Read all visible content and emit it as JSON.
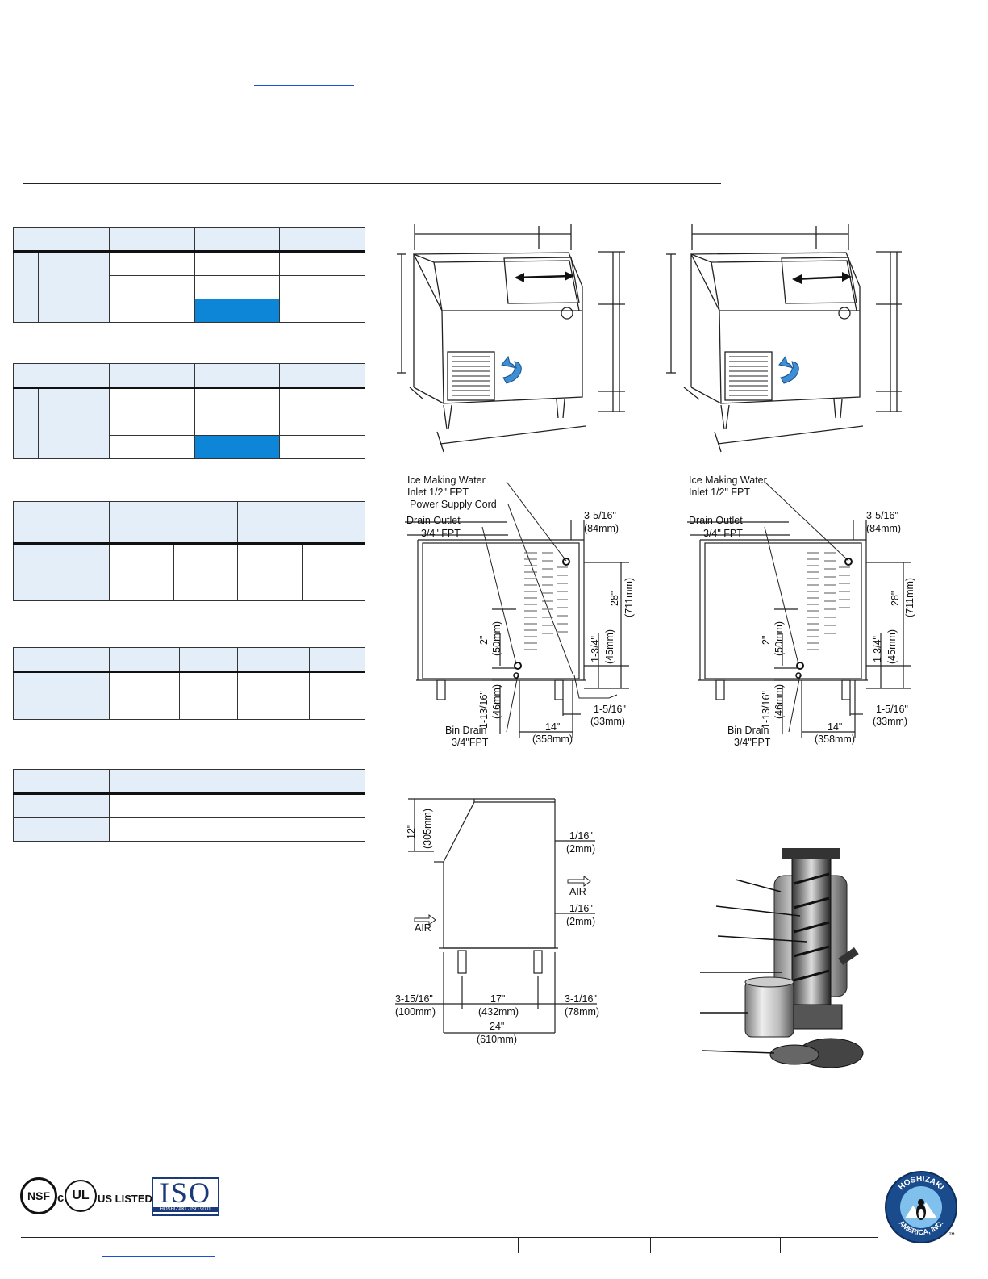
{
  "callouts": {
    "front_left": {
      "ice_making_water": "Ice Making Water",
      "inlet": "Inlet 1/2\" FPT",
      "power_supply_cord": "Power Supply Cord",
      "drain_outlet": "Drain Outlet",
      "drain_fpt": "3/4\" FPT",
      "bin_drain": "Bin Drain",
      "bin_drain_fpt": "3/4\"FPT",
      "dim_right_in": "3-5/16\"",
      "dim_right_mm": "(84mm)",
      "dim_28_in": "28\"",
      "dim_28_mm": "(711mm)",
      "dim_134_in": "1-3/4\"",
      "dim_134_mm": "(45mm)",
      "dim_2_in": "2\"",
      "dim_2_mm": "(50mm)",
      "dim_11316_in": "1-13/16\"",
      "dim_11316_mm": "(46mm)",
      "dim_14_in": "14\"",
      "dim_14_mm": "(358mm)",
      "dim_1516_in": "1-5/16\"",
      "dim_1516_mm": "(33mm)"
    },
    "front_right": {
      "ice_making_water": "Ice Making Water",
      "inlet": "Inlet 1/2\" FPT",
      "drain_outlet": "Drain Outlet",
      "drain_fpt": "3/4\" FPT",
      "bin_drain": "Bin Drain",
      "bin_drain_fpt": "3/4\"FPT",
      "dim_right_in": "3-5/16\"",
      "dim_right_mm": "(84mm)",
      "dim_28_in": "28\"",
      "dim_28_mm": "(711mm)",
      "dim_134_in": "1-3/4\"",
      "dim_134_mm": "(45mm)",
      "dim_2_in": "2\"",
      "dim_2_mm": "(50mm)",
      "dim_11316_in": "1-13/16\"",
      "dim_11316_mm": "(46mm)",
      "dim_14_in": "14\"",
      "dim_14_mm": "(358mm)",
      "dim_1516_in": "1-5/16\"",
      "dim_1516_mm": "(33mm)"
    },
    "side": {
      "dim_12_in": "12\"",
      "dim_12_mm": "(305mm)",
      "dim_gap1_in": "1/16\"",
      "dim_gap1_mm": "(2mm)",
      "air_out": "AIR",
      "dim_gap2_in": "1/16\"",
      "dim_gap2_mm": "(2mm)",
      "air_in": "AIR",
      "dim_left_in": "3-15/16\"",
      "dim_left_mm": "(100mm)",
      "dim_mid_in": "17\"",
      "dim_mid_mm": "(432mm)",
      "dim_right_in": "3-1/16\"",
      "dim_right_mm": "(78mm)",
      "dim_total_in": "24\"",
      "dim_total_mm": "(610mm)"
    }
  },
  "logos": {
    "nsf": "NSF",
    "ul_c": "c",
    "ul": "UL",
    "ul_listed": "US LISTED",
    "iso": "ISO",
    "iso_sub": "HOSHIZAKI · ISO 9001",
    "hoshizaki_top": "HOSHIZAKI",
    "hoshizaki_bottom": "AMERICA, INC.",
    "tm": "™"
  },
  "colors": {
    "table_header": "#e3eef8",
    "highlight": "#0d86d8",
    "link": "#1a4fd8",
    "arrow_blue": "#3c8fd6"
  }
}
